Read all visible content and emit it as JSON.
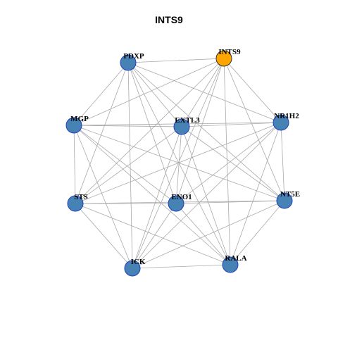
{
  "title": "INTS9",
  "colors": {
    "default_node": "#4682B4",
    "highlight_node": "#FFA500",
    "node_stroke": "#1f3fbf",
    "edge": "#a9a9a9"
  },
  "nodes": [
    {
      "id": "PDXP",
      "label": "PDXP",
      "highlight": false
    },
    {
      "id": "INTS9",
      "label": "INTS9",
      "highlight": true
    },
    {
      "id": "MGP",
      "label": "MGP",
      "highlight": false
    },
    {
      "id": "EXTL3",
      "label": "EXTL3",
      "highlight": false
    },
    {
      "id": "NR1H2",
      "label": "NR1H2",
      "highlight": false
    },
    {
      "id": "STS",
      "label": "STS",
      "highlight": false
    },
    {
      "id": "ENO1",
      "label": "ENO1",
      "highlight": false
    },
    {
      "id": "NT5E",
      "label": "NT5E",
      "highlight": false
    },
    {
      "id": "ICK",
      "label": "ICK",
      "highlight": false
    },
    {
      "id": "RALA",
      "label": "RALA",
      "highlight": false
    }
  ],
  "edges": [
    [
      "PDXP",
      "INTS9"
    ],
    [
      "PDXP",
      "NR1H2"
    ],
    [
      "PDXP",
      "MGP"
    ],
    [
      "PDXP",
      "STS"
    ],
    [
      "PDXP",
      "ENO1"
    ],
    [
      "PDXP",
      "NT5E"
    ],
    [
      "PDXP",
      "ICK"
    ],
    [
      "PDXP",
      "RALA"
    ],
    [
      "PDXP",
      "EXTL3"
    ],
    [
      "INTS9",
      "MGP"
    ],
    [
      "INTS9",
      "EXTL3"
    ],
    [
      "INTS9",
      "NR1H2"
    ],
    [
      "INTS9",
      "STS"
    ],
    [
      "INTS9",
      "ENO1"
    ],
    [
      "INTS9",
      "NT5E"
    ],
    [
      "INTS9",
      "ICK"
    ],
    [
      "INTS9",
      "RALA"
    ],
    [
      "MGP",
      "EXTL3"
    ],
    [
      "MGP",
      "NR1H2"
    ],
    [
      "MGP",
      "STS"
    ],
    [
      "MGP",
      "ENO1"
    ],
    [
      "MGP",
      "NT5E"
    ],
    [
      "MGP",
      "ICK"
    ],
    [
      "MGP",
      "RALA"
    ],
    [
      "EXTL3",
      "NR1H2"
    ],
    [
      "EXTL3",
      "STS"
    ],
    [
      "EXTL3",
      "ENO1"
    ],
    [
      "EXTL3",
      "NT5E"
    ],
    [
      "EXTL3",
      "ICK"
    ],
    [
      "EXTL3",
      "RALA"
    ],
    [
      "NR1H2",
      "STS"
    ],
    [
      "NR1H2",
      "ENO1"
    ],
    [
      "NR1H2",
      "NT5E"
    ],
    [
      "NR1H2",
      "ICK"
    ],
    [
      "NR1H2",
      "RALA"
    ],
    [
      "STS",
      "ENO1"
    ],
    [
      "STS",
      "NT5E"
    ],
    [
      "STS",
      "ICK"
    ],
    [
      "STS",
      "RALA"
    ],
    [
      "ENO1",
      "NT5E"
    ],
    [
      "ENO1",
      "ICK"
    ],
    [
      "ENO1",
      "RALA"
    ],
    [
      "NT5E",
      "ICK"
    ],
    [
      "NT5E",
      "RALA"
    ],
    [
      "ICK",
      "RALA"
    ]
  ]
}
